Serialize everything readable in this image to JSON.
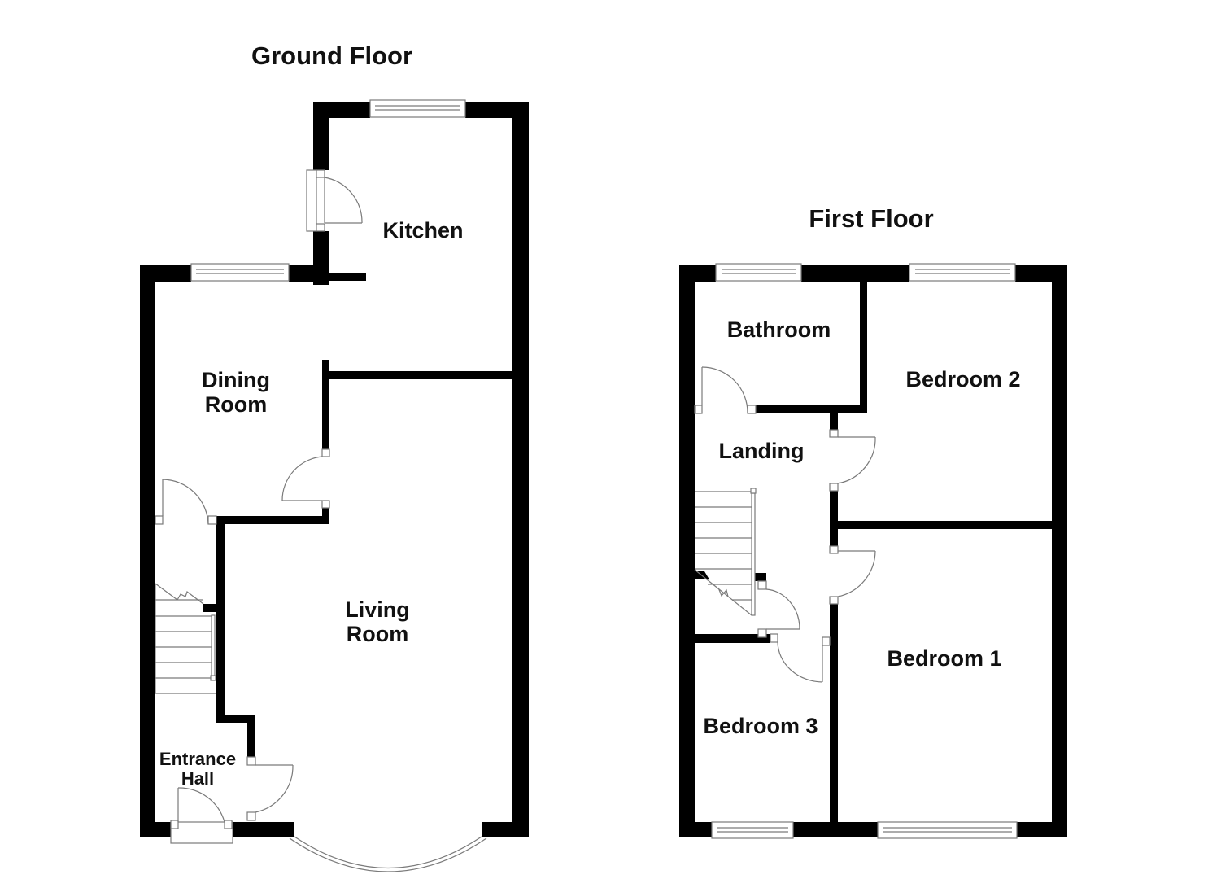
{
  "plan": {
    "ground_floor": {
      "title": "Ground Floor",
      "rooms": {
        "kitchen": "Kitchen",
        "dining_line1": "Dining",
        "dining_line2": "Room",
        "living_line1": "Living",
        "living_line2": "Room",
        "entrance_line1": "Entrance",
        "entrance_line2": "Hall"
      }
    },
    "first_floor": {
      "title": "First Floor",
      "rooms": {
        "bathroom": "Bathroom",
        "bedroom2": "Bedroom 2",
        "landing": "Landing",
        "bedroom1": "Bedroom 1",
        "bedroom3": "Bedroom 3"
      }
    },
    "colors": {
      "wall": "#000000",
      "fixture_line": "#7a7a7a",
      "background": "#ffffff"
    }
  }
}
